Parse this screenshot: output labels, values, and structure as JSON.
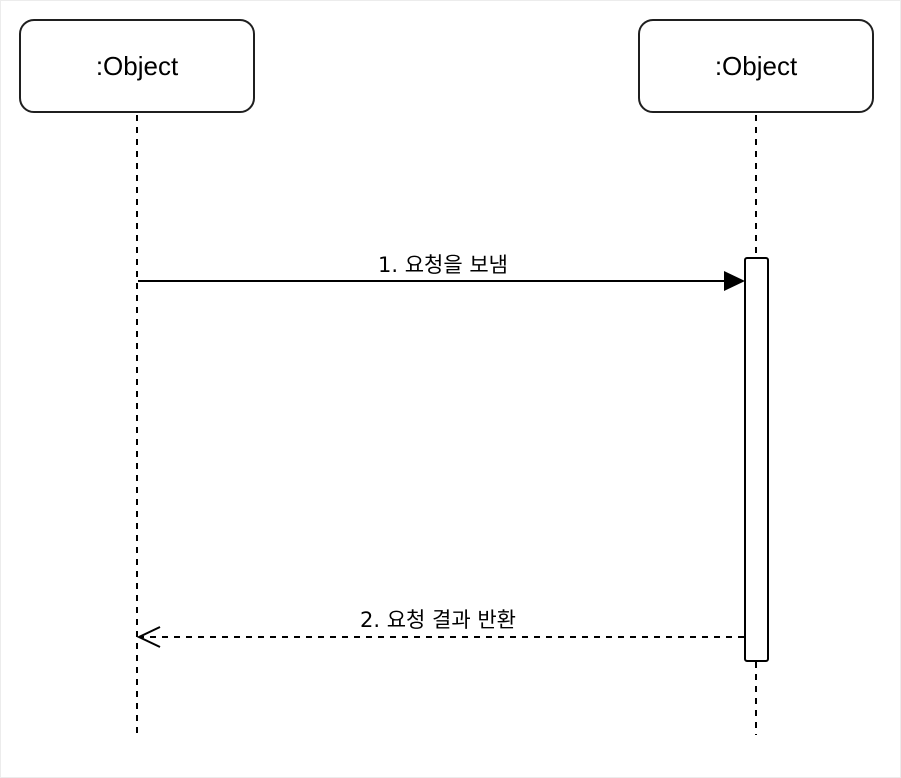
{
  "lifelines": [
    {
      "label": ":Object"
    },
    {
      "label": ":Object"
    }
  ],
  "messages": [
    {
      "label": "1. 요청을 보냄",
      "style": "solid",
      "arrow": "filled"
    },
    {
      "label": "2. 요청 결과 반환",
      "style": "dashed",
      "arrow": "open"
    }
  ],
  "colors": {
    "stroke": "#000000",
    "background": "#ffffff"
  }
}
